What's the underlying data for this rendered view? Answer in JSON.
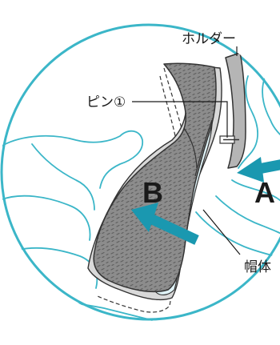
{
  "labels": {
    "holder": "ホルダー",
    "pin": "ピン①",
    "cap_body": "帽体",
    "arrow_a": "A",
    "arrow_b": "B"
  },
  "colors": {
    "circle_outline": "#3bb6c8",
    "hand_line": "#3bb6c8",
    "arrow": "#1a98b0",
    "fabric": "#8c8c8c",
    "holder_fill": "#b5b5b5",
    "liner": "#dff2f6",
    "ink": "#1a1a1a"
  }
}
